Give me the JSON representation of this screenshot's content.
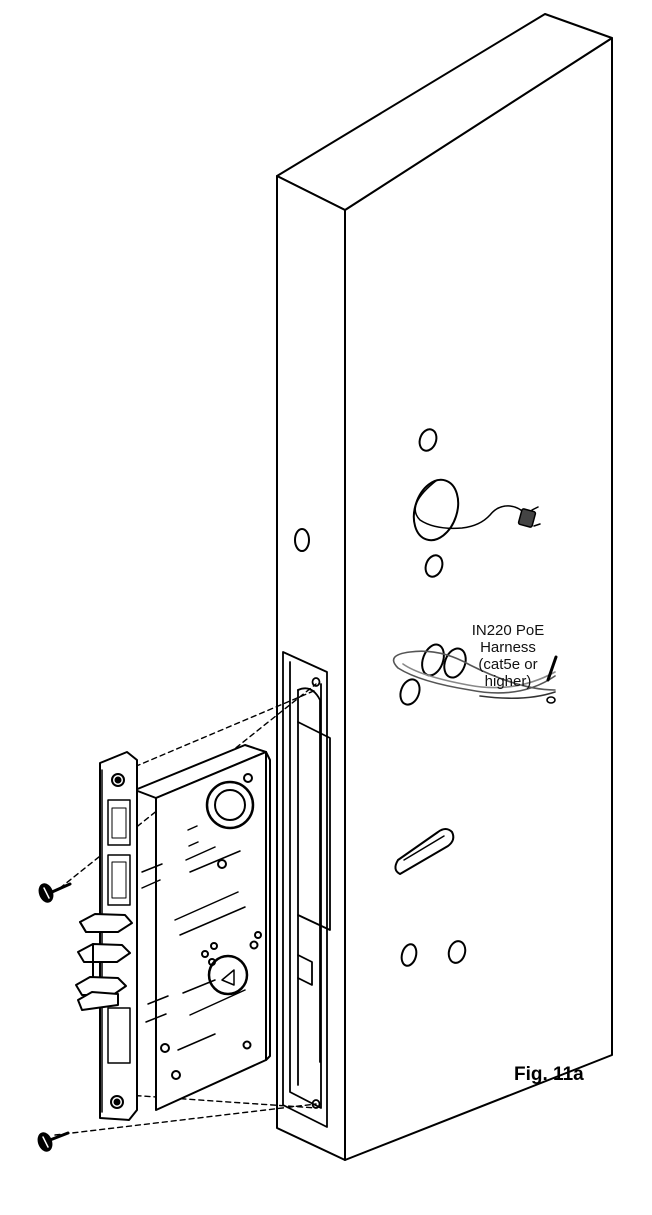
{
  "figure": {
    "caption": "Fig. 11a"
  },
  "harness_label": {
    "line1": "IN220 PoE",
    "line2": "Harness",
    "line3": "(cat5e or",
    "line4": "higher)"
  }
}
